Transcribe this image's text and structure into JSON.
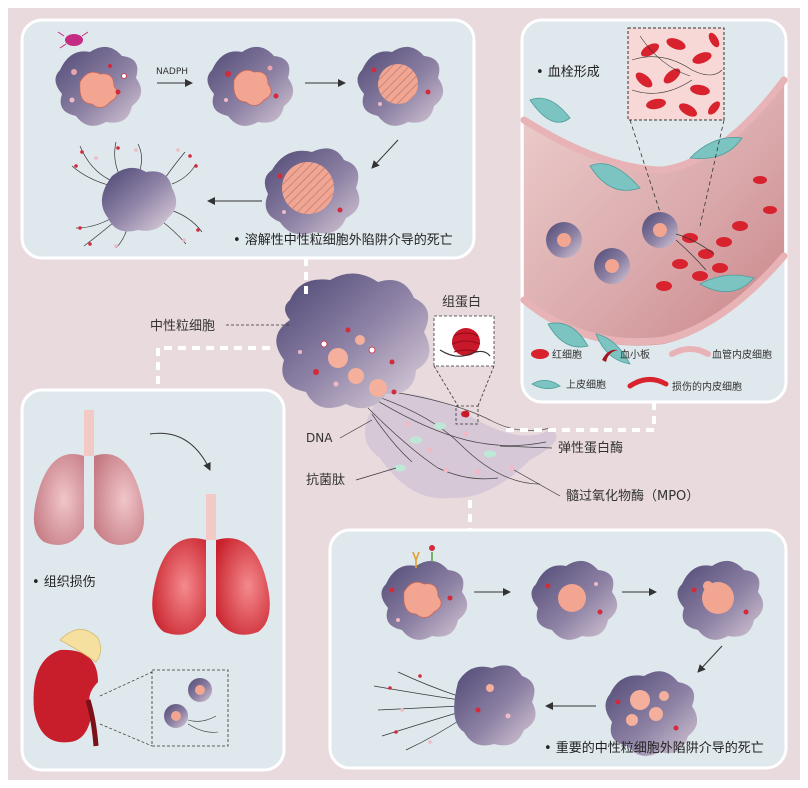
{
  "labels": {
    "nadph": "NADPH",
    "lytic_death": "• 溶解性中性粒细胞外陷阱介导的死亡",
    "neutrophil": "中性粒细胞",
    "histone": "组蛋白",
    "dna": "DNA",
    "antimicrobial_peptide": "抗菌肽",
    "elastase": "弹性蛋白酶",
    "mpo": "髓过氧化物酶（MPO）",
    "thrombosis": "• 血栓形成",
    "tissue_damage": "• 组织损伤",
    "vital_death": "• 重要的中性粒细胞外陷阱介导的死亡"
  },
  "legend": {
    "rbc": "红细胞",
    "platelet": "血小板",
    "endothelial": "血管内皮细胞",
    "epithelial": "上皮细胞",
    "damaged_endothelial": "损伤的内皮细胞"
  },
  "colors": {
    "background": "#e9dadd",
    "panel_fill": "#dfe8ec",
    "cell_dark": "#5f587e",
    "cell_light": "#b8a9bd",
    "nucleus": "#f1a08f",
    "granule_red": "#d32a3c",
    "rbc_red": "#d8232f",
    "lung_normal": "#d58b94",
    "lung_injured": "#d63840"
  }
}
